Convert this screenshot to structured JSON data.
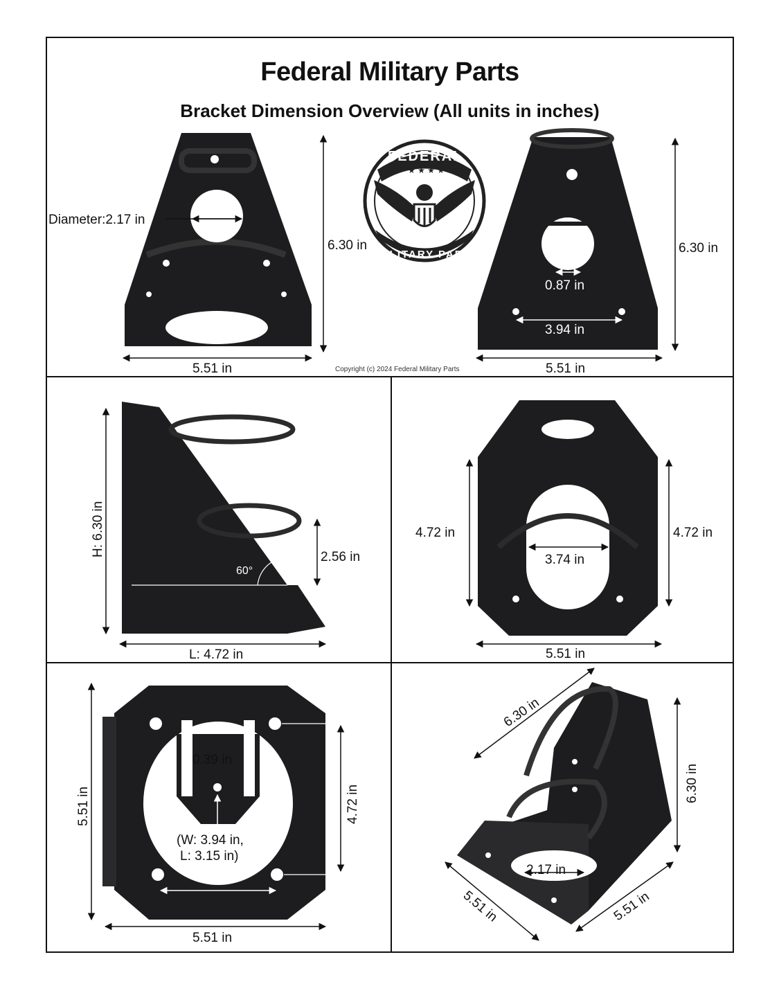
{
  "header": {
    "title": "Federal Military Parts",
    "subtitle": "Bracket Dimension Overview (All units in inches)",
    "copyright": "Copyright (c) 2024 Federal Military Parts"
  },
  "logo": {
    "top_text": "FEDERAL",
    "bottom_text": "MILITARY PARTS",
    "icon": "eagle-shield-icon"
  },
  "views": {
    "front": {
      "diameter": "Diameter:2.17 in",
      "height": "6.30 in",
      "width": "5.51 in"
    },
    "back": {
      "height": "6.30 in",
      "hole": "0.87 in",
      "spacing": "3.94 in",
      "width": "5.51 in"
    },
    "side": {
      "height": "H: 6.30 in",
      "angle": "60°",
      "lower": "2.56 in",
      "length": "L: 4.72 in"
    },
    "rear": {
      "left": "4.72 in",
      "right": "4.72 in",
      "opening": "3.74 in",
      "width": "5.51 in"
    },
    "bottom": {
      "height": "5.51 in",
      "hole": "0.39 in",
      "pattern_w": "(W: 3.94 in,",
      "pattern_l": "L: 3.15 in)",
      "inner": "4.72 in",
      "width": "5.51 in"
    },
    "iso": {
      "diag": "6.30 in",
      "height": "6.30 in",
      "ring": "2.17 in",
      "left": "5.51 in",
      "right": "5.51 in"
    }
  },
  "colors": {
    "metal": "#1d1d1f",
    "line": "#111111",
    "background": "#ffffff"
  }
}
